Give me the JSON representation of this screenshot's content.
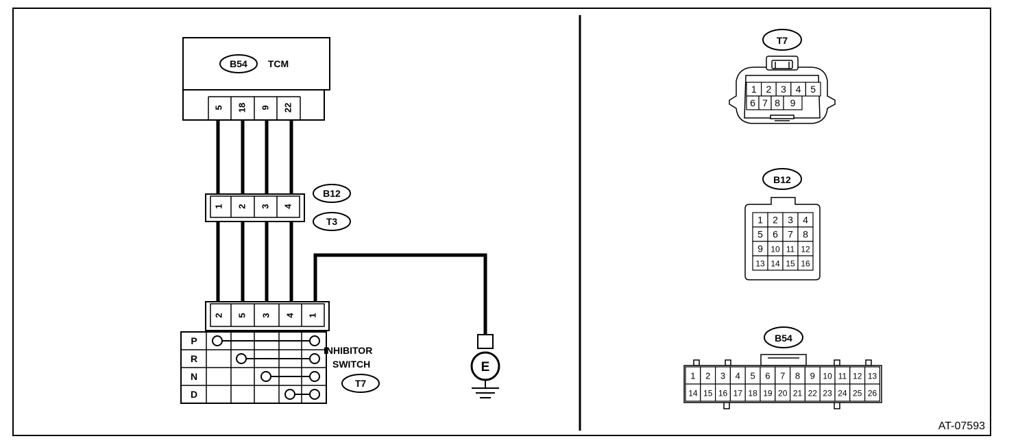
{
  "tcm": {
    "code": "B54",
    "label": "TCM",
    "pins": [
      "5",
      "18",
      "9",
      "22"
    ]
  },
  "mid_connector": {
    "codes": [
      "B12",
      "T3"
    ],
    "pins": [
      "1",
      "2",
      "3",
      "4"
    ]
  },
  "inhibitor": {
    "code": "T7",
    "label_line1": "INHIBITOR",
    "label_line2": "SWITCH",
    "pins": [
      "2",
      "5",
      "3",
      "4",
      "1"
    ],
    "positions": [
      "P",
      "R",
      "N",
      "D"
    ]
  },
  "ground_label": "E",
  "connectors": {
    "t7": {
      "code": "T7",
      "rows": [
        [
          "1",
          "2",
          "3",
          "4",
          "5"
        ],
        [
          "6",
          "7",
          "8",
          "9"
        ]
      ]
    },
    "b12": {
      "code": "B12",
      "rows": [
        [
          "1",
          "2",
          "3",
          "4"
        ],
        [
          "5",
          "6",
          "7",
          "8"
        ],
        [
          "9",
          "10",
          "11",
          "12"
        ],
        [
          "13",
          "14",
          "15",
          "16"
        ]
      ]
    },
    "b54": {
      "code": "B54",
      "rows": [
        [
          "1",
          "2",
          "3",
          "4",
          "5",
          "6",
          "7",
          "8",
          "9",
          "10",
          "11",
          "12",
          "13"
        ],
        [
          "14",
          "15",
          "16",
          "17",
          "18",
          "19",
          "20",
          "21",
          "22",
          "23",
          "24",
          "25",
          "26"
        ]
      ]
    }
  },
  "figure_code": "AT-07593"
}
